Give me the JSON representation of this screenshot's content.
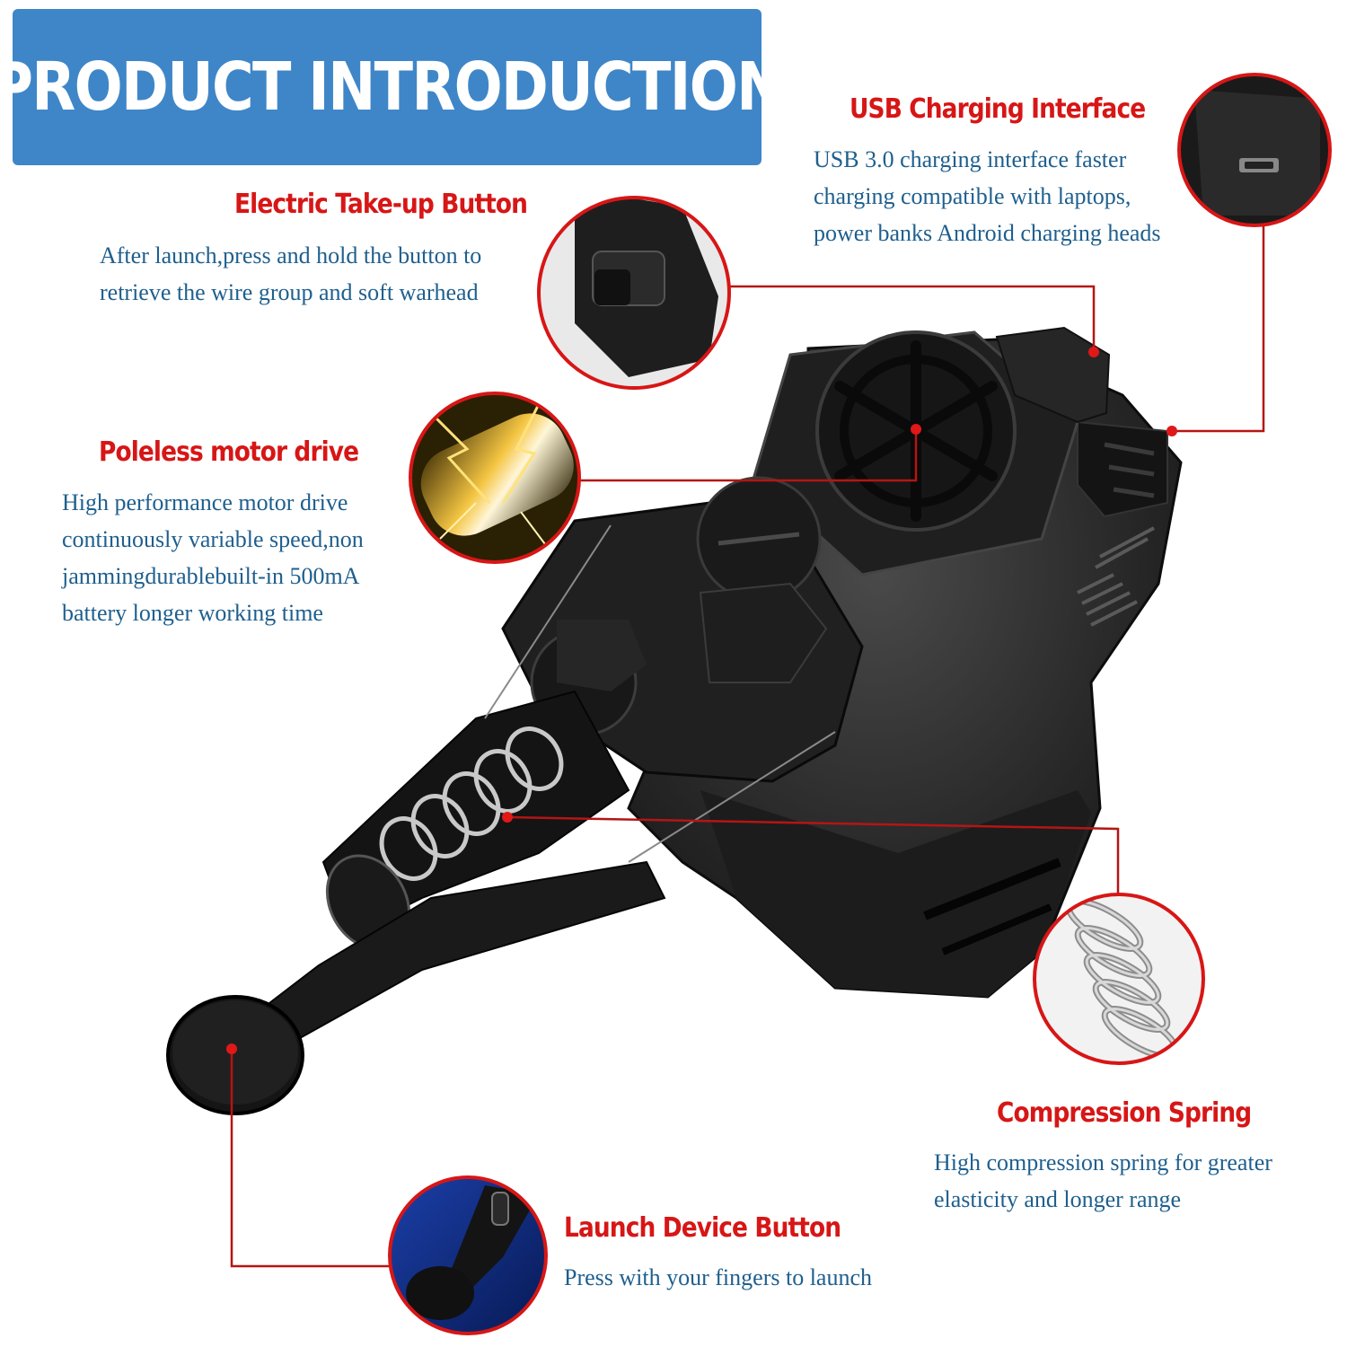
{
  "banner": {
    "title": "PRODUCT INTRODUCTION",
    "color": "#3f86c8"
  },
  "accent_color": "#d71616",
  "text_color": "#1e5f8e",
  "features": [
    {
      "id": "usb",
      "title": "USB Charging Interface",
      "description": "USB 3.0 charging interface faster\ncharging compatible with laptops,\npower banks Android charging heads"
    },
    {
      "id": "take-up",
      "title": "Electric Take-up Button",
      "description": "After launch,press and hold the button to\nretrieve the wire group and soft warhead"
    },
    {
      "id": "motor",
      "title": "Poleless motor drive",
      "description": "High performance motor drive\ncontinuously variable speed,non\njammingdurablebuilt-in 500mA\nbattery longer working time"
    },
    {
      "id": "spring",
      "title": "Compression Spring",
      "description": "High compression spring for greater\nelasticity and longer range"
    },
    {
      "id": "launch",
      "title": "Launch Device Button",
      "description": "Press with your fingers to launch"
    }
  ]
}
